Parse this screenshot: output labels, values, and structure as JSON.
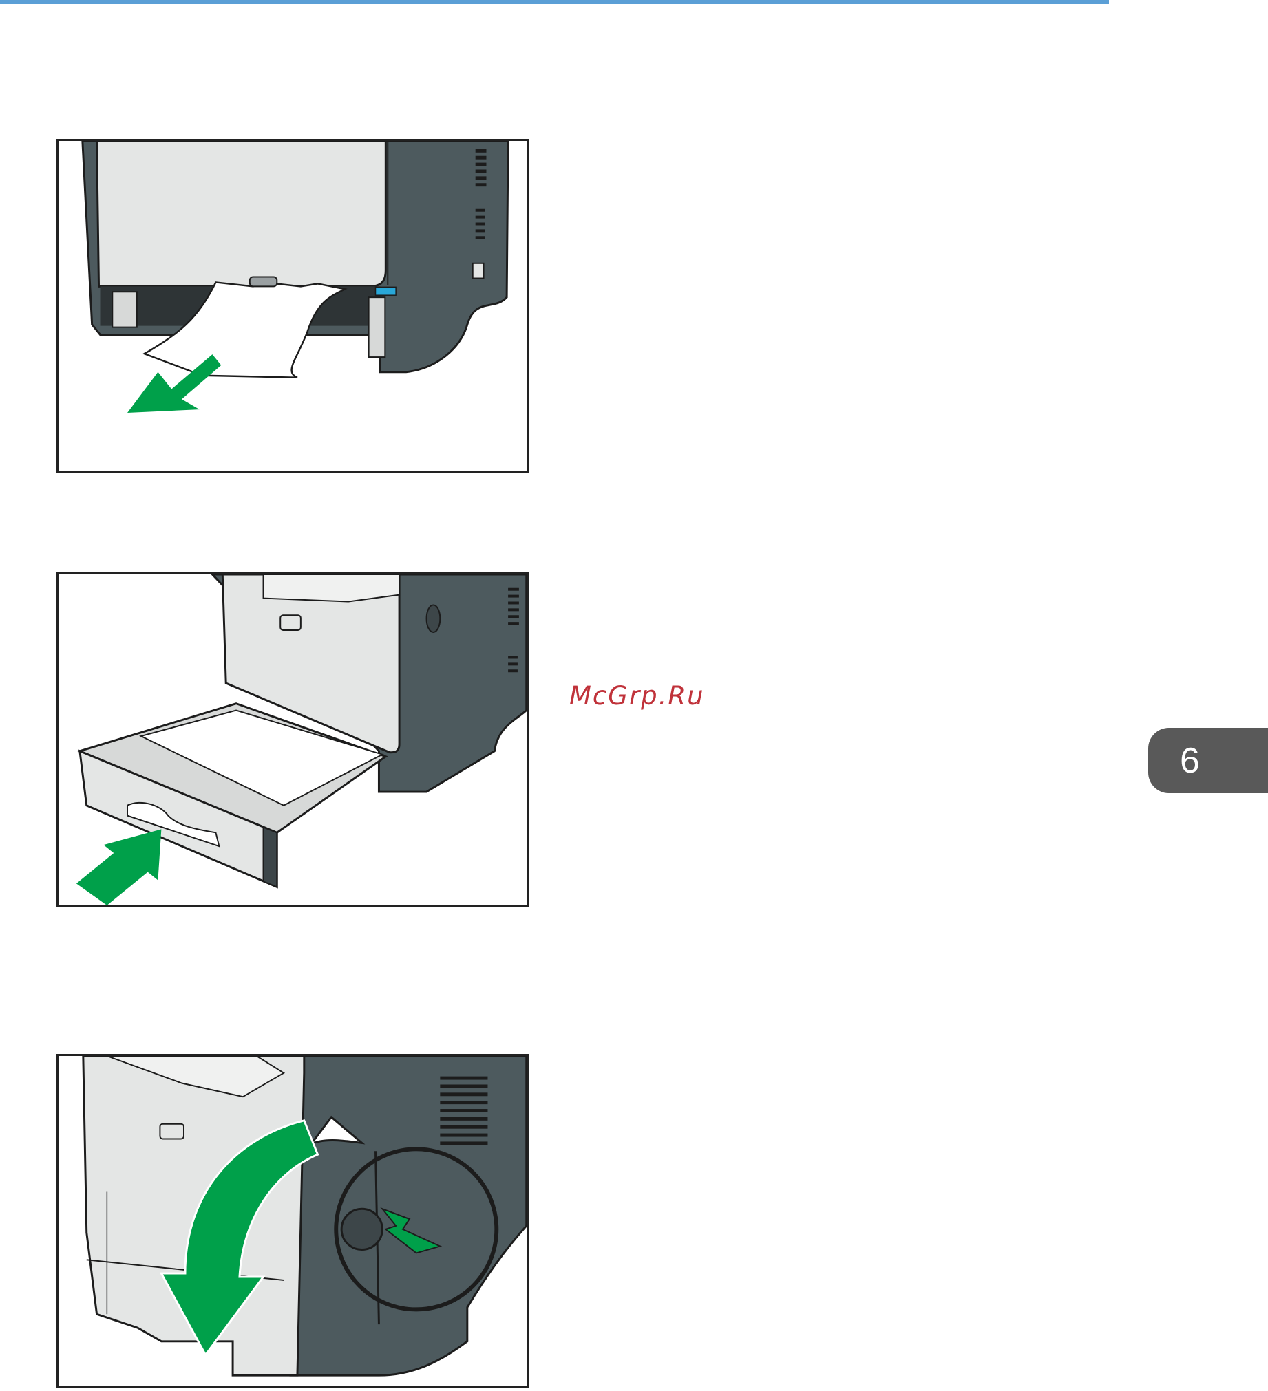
{
  "header": {
    "accent_color": "#5b9fd6"
  },
  "illustrations": [
    {
      "name": "remove-jammed-paper-rear",
      "arrow_icon": "arrow-down-left-icon"
    },
    {
      "name": "push-paper-tray-in",
      "arrow_icon": "arrow-up-right-icon"
    },
    {
      "name": "open-front-cover-button",
      "arrow_icon": "curved-arrow-down-icon"
    }
  ],
  "colors": {
    "printer_dark": "#4d5a5e",
    "printer_light": "#e4e6e5",
    "arrow_green": "#00a04a"
  },
  "watermark": {
    "text": "McGrp.Ru"
  },
  "chapter_tab": {
    "number": "6"
  }
}
